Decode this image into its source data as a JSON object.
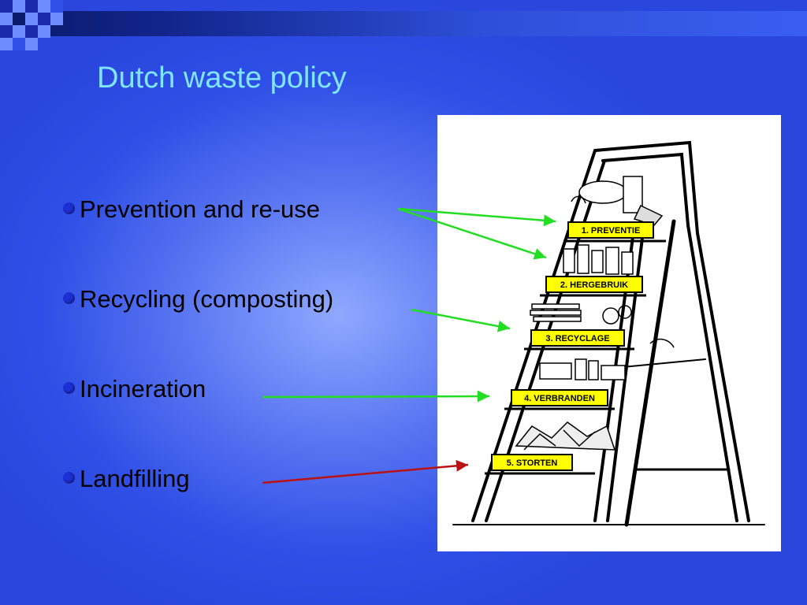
{
  "slide": {
    "title": "Dutch waste policy",
    "bullets": [
      {
        "text": "Prevention and re-use",
        "arrow_color": "#22dd22"
      },
      {
        "text": "Recycling (composting)",
        "arrow_color": "#22dd22"
      },
      {
        "text": "Incineration",
        "arrow_color": "#22dd22"
      },
      {
        "text": "Landfilling",
        "arrow_color": "#bb1111"
      }
    ],
    "title_color": "#7fe6ff"
  },
  "ladder": {
    "labels": [
      "1. PREVENTIE",
      "2. HERGEBRUIK",
      "3. RECYCLAGE",
      "4. VERBRANDEN",
      "5. STORTEN"
    ],
    "label_color": "#ffff00"
  }
}
